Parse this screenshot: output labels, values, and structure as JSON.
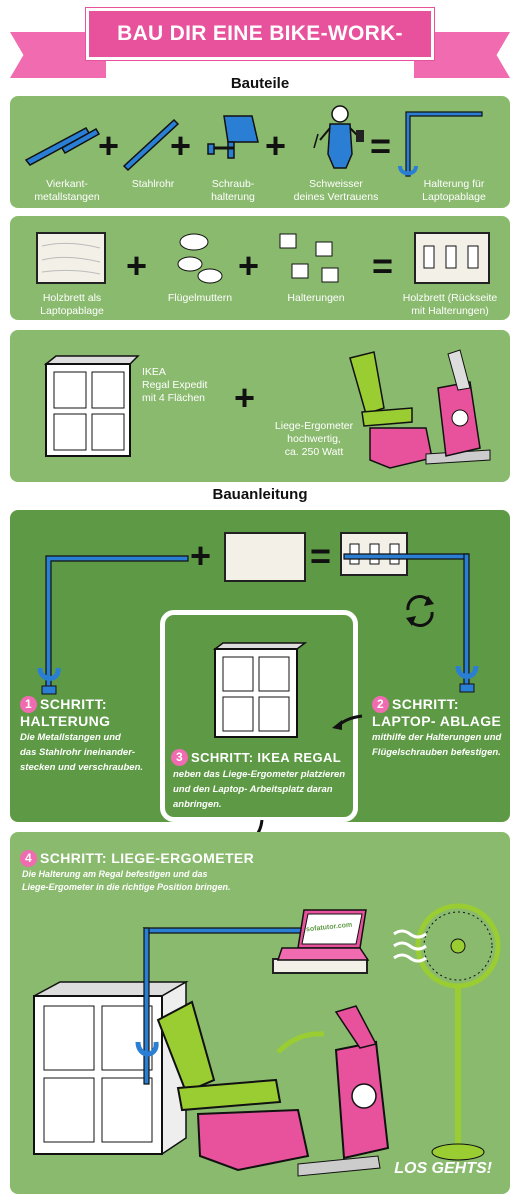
{
  "banner": {
    "title": "BAU DIR EINE BIKE-WORK-STATION!"
  },
  "sections": {
    "parts": "Bauteile",
    "instructions": "Bauanleitung"
  },
  "row1": {
    "items": [
      {
        "label": "Vierkant-\nmetallstangen",
        "icon": "square-metal-rods-icon"
      },
      {
        "label": "Stahlrohr",
        "icon": "steel-pipe-icon"
      },
      {
        "label": "Schraub-\nhalterung",
        "icon": "screw-clamp-icon"
      },
      {
        "label": "Schweisser\ndeines Vertrauens",
        "icon": "welder-icon"
      },
      {
        "label": "Halterung für\nLaptopablage",
        "icon": "laptop-mount-icon"
      }
    ]
  },
  "row2": {
    "items": [
      {
        "label": "Holzbrett als\nLaptopablage",
        "icon": "wood-board-icon"
      },
      {
        "label": "Flügelmuttern",
        "icon": "wing-nut-icon"
      },
      {
        "label": "Halterungen",
        "icon": "brackets-icon"
      },
      {
        "label": "Holzbrett (Rückseite\nmit Halterungen)",
        "icon": "board-back-icon"
      }
    ]
  },
  "row3": {
    "items": [
      {
        "label": "IKEA\nRegal Expedit\nmit 4 Flächen",
        "icon": "shelf-icon"
      },
      {
        "label": "Liege-Ergometer\nhochwertig,\nca. 250 Watt",
        "icon": "recumbent-bike-icon"
      }
    ]
  },
  "steps": [
    {
      "num": "1",
      "title": "SCHRITT:\nHALTERUNG",
      "desc": "Die Metallstangen und\ndas Stahlrohr ineinander-\nstecken und verschrauben."
    },
    {
      "num": "2",
      "title": "SCHRITT:\nLAPTOP- ABLAGE",
      "desc": "mithilfe der Halterungen und\nFlügelschrauben befestigen."
    },
    {
      "num": "3",
      "title": "SCHRITT: IKEA REGAL",
      "desc": "neben das Liege-Ergometer platzieren\nund den Laptop- Arbeitsplatz daran\nanbringen."
    },
    {
      "num": "4",
      "title": "SCHRITT: LIEGE-ERGOMETER",
      "desc": "Die Halterung am Regal befestigen und das\nLiege-Ergometer in die richtige Position bringen."
    }
  ],
  "laptop_screen": "sofatutor.com",
  "closing": "LOS GEHTS!",
  "colors": {
    "green_light": "#8aba6e",
    "green_dark": "#5e9a45",
    "pink": "#e8519b",
    "blue": "#2a7fd4",
    "lime": "#9acd32"
  }
}
